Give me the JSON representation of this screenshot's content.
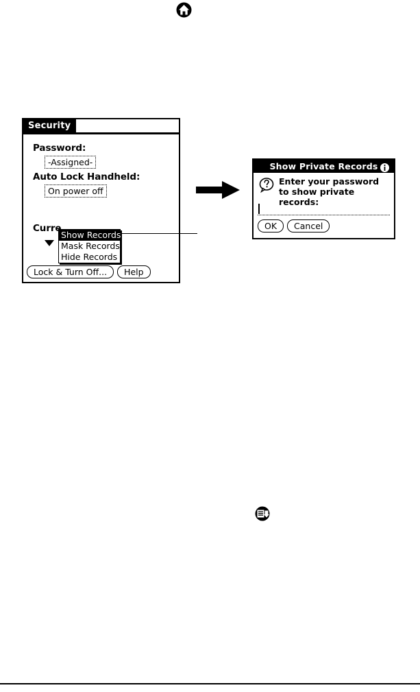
{
  "page": {
    "top_icon": "home-icon",
    "bottom_icon": "menu-document-icon"
  },
  "security_panel": {
    "title": "Security",
    "fields": [
      {
        "label": "Password:",
        "value": "-Assigned-"
      },
      {
        "label": "Auto Lock Handheld:",
        "value": "On power off"
      },
      {
        "label": "Curre",
        "value": ""
      }
    ],
    "popup": {
      "items": [
        {
          "label": "Show Records",
          "selected": true
        },
        {
          "label": "Mask Records",
          "selected": false
        },
        {
          "label": "Hide Records",
          "selected": false
        }
      ]
    },
    "buttons": [
      {
        "label": "Lock & Turn Off..."
      },
      {
        "label": "Help"
      }
    ]
  },
  "dialog": {
    "title": "Show Private Records",
    "info_icon": "info-icon",
    "prompt_icon": "question-balloon-icon",
    "message": "Enter your password to show private records:",
    "password_field": {
      "value": "",
      "placeholder": ""
    },
    "buttons": [
      {
        "label": "OK"
      },
      {
        "label": "Cancel"
      }
    ]
  },
  "colors": {
    "ink": "#000000",
    "paper": "#ffffff"
  }
}
